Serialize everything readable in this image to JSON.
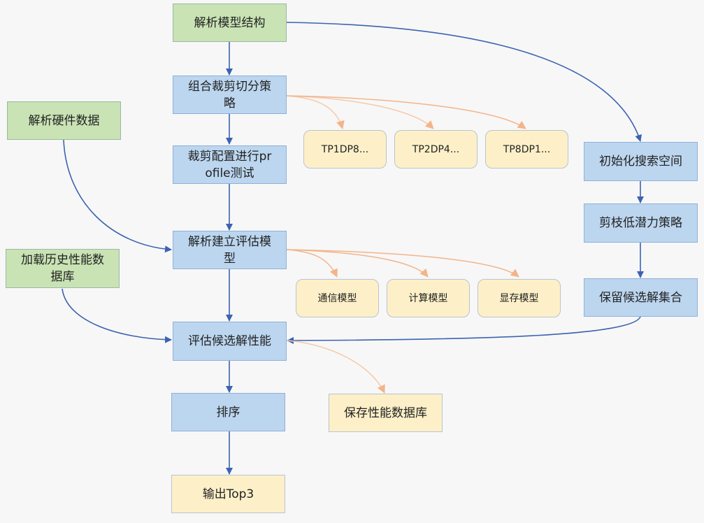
{
  "nodes": {
    "parse_model": "解析模型结构",
    "combine_strategy": "组合裁剪切分策略",
    "profile_test": "裁剪配置进行profile测试",
    "parse_hardware": "解析硬件数据",
    "build_eval_model": "解析建立评估模型",
    "load_history": "加载历史性能数据库",
    "eval_candidates": "评估候选解性能",
    "sort": "排序",
    "output_top3": "输出Top3",
    "save_db": "保存性能数据库",
    "init_search": "初始化搜索空间",
    "prune": "剪枝低潜力策略",
    "keep_candidates": "保留候选解集合",
    "strategies": [
      "TP1DP8...",
      "TP2DP4...",
      "TP8DP1..."
    ],
    "models": [
      "通信模型",
      "计算模型",
      "显存模型"
    ]
  },
  "colors": {
    "input": "#c9e3b4",
    "process": "#bcd6ef",
    "output": "#fdf0c8",
    "edge_main": "#3b63b0",
    "edge_branch": "#f3b48a"
  }
}
